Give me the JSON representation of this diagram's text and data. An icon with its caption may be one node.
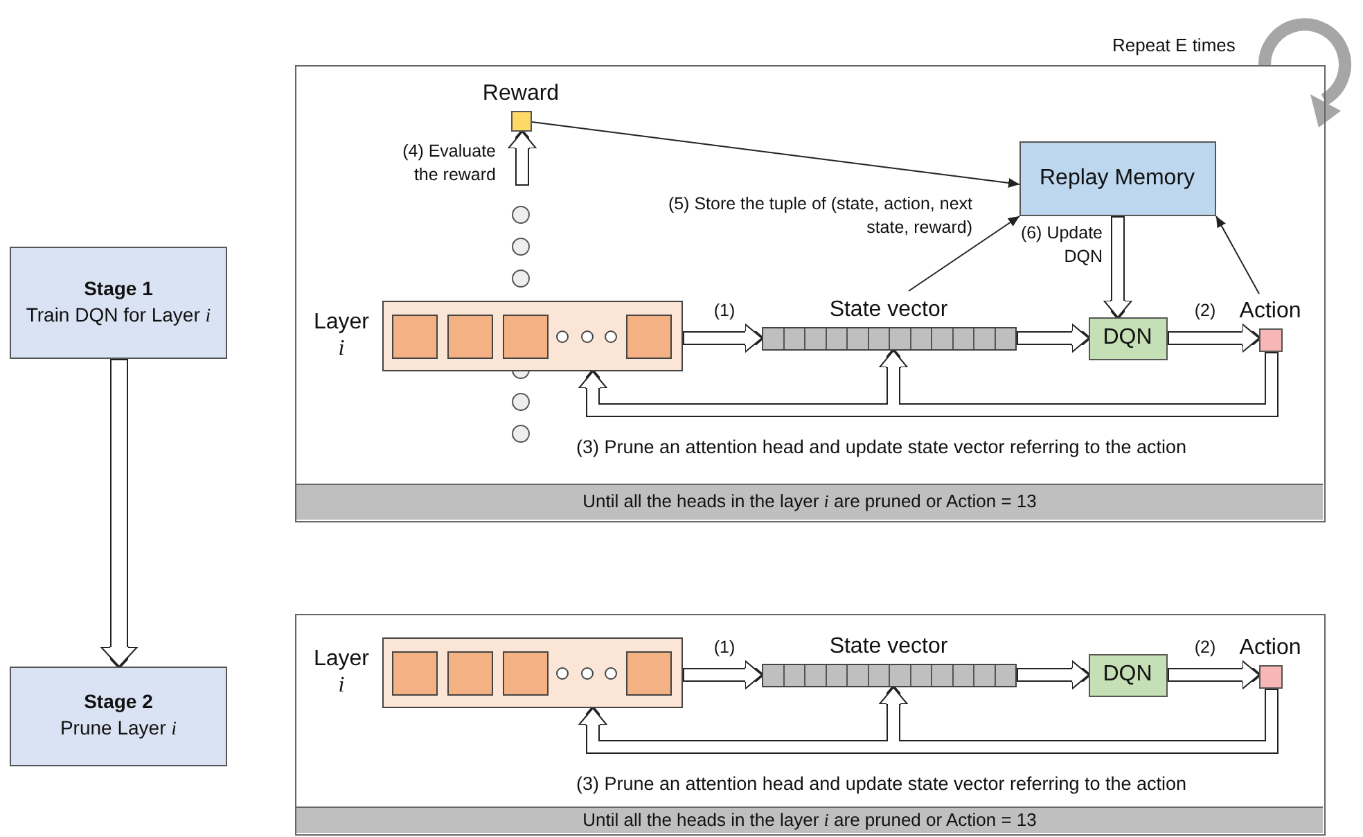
{
  "diagram": {
    "nodes": [
      {
        "text": [
          "Stage 1",
          "Train DQN for Layer *i*"
        ]
      },
      {
        "text": [],
        "shape": "box"
      },
      {
        "text": [
          "Reward"
        ],
        "in": 1
      },
      {
        "text": [
          "Replay Memory"
        ],
        "in": 1
      },
      {
        "text": [
          "Layer *i*"
        ],
        "in": 1
      },
      {
        "text": [
          "State vector"
        ],
        "in": 1
      },
      {
        "text": [
          "DQN"
        ],
        "in": 1
      },
      {
        "text": [
          "Action"
        ],
        "in": 1
      },
      {
        "text": [
          "Until all the heads in the layer *i* are pruned or Action = 13"
        ],
        "in": 1
      },
      {
        "text": [
          "Stage 2",
          "Prune Layer *i*"
        ]
      },
      {
        "text": [],
        "shape": "box"
      },
      {
        "text": [
          "Layer *i*"
        ],
        "in": 10
      },
      {
        "text": [
          "State vector"
        ],
        "in": 10
      },
      {
        "text": [
          "DQN"
        ],
        "in": 10
      },
      {
        "text": [
          "Action"
        ],
        "in": 10
      },
      {
        "text": [
          "Until all the heads in the layer *i* are pruned or Action = 13"
        ],
        "in": 10
      }
    ],
    "edges": [
      {
        "from": 0,
        "to": 9,
        "arrow": "to"
      },
      {
        "from": null,
        "to": 2,
        "arrow": "to",
        "label": "(4) Evaluate the reward"
      },
      {
        "from": 2,
        "to": 3,
        "arrow": "to"
      },
      {
        "from": 5,
        "to": 3,
        "arrow": "to",
        "label": "(5) Store the tuple of (state, action, next state, reward)"
      },
      {
        "from": 7,
        "to": 3,
        "arrow": "to"
      },
      {
        "from": 3,
        "to": 6,
        "arrow": "to",
        "label": "(6) Update DQN"
      },
      {
        "from": 4,
        "to": 5,
        "arrow": "to",
        "label": "(1)"
      },
      {
        "from": 5,
        "to": 6,
        "arrow": "to"
      },
      {
        "from": 6,
        "to": 7,
        "arrow": "to",
        "label": "(2)"
      },
      {
        "from": 7,
        "to": 4,
        "arrow": "to",
        "label": "(3) Prune an attention head and update state vector referring to the action"
      },
      {
        "from": 7,
        "to": 5,
        "arrow": "to"
      },
      {
        "from": 11,
        "to": 12,
        "arrow": "to",
        "label": "(1)"
      },
      {
        "from": 12,
        "to": 13,
        "arrow": "to"
      },
      {
        "from": 13,
        "to": 14,
        "arrow": "to",
        "label": "(2)"
      },
      {
        "from": 14,
        "to": 11,
        "arrow": "to",
        "label": "(3) Prune an attention head and update state vector referring to the action"
      },
      {
        "from": 14,
        "to": 12,
        "arrow": "to"
      }
    ],
    "labels": [
      "Repeat E times"
    ]
  }
}
